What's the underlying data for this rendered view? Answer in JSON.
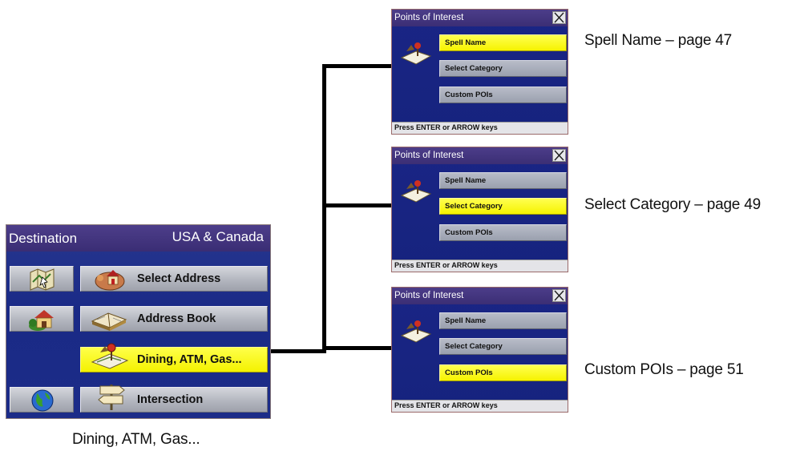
{
  "destination": {
    "title_left": "Destination",
    "title_right": "USA & Canada",
    "buttons": [
      {
        "label": "Select Address",
        "icon": "address-icon"
      },
      {
        "label": "Address Book",
        "icon": "book-icon"
      },
      {
        "label": "Dining, ATM, Gas...",
        "icon": "poi-map-icon",
        "selected": true
      },
      {
        "label": "Intersection",
        "icon": "signpost-icon"
      }
    ],
    "left_icons": [
      "map-icon",
      "home-icon",
      "globe-icon"
    ],
    "caption": "Dining, ATM, Gas..."
  },
  "poi_screens": [
    {
      "title": "Points of Interest",
      "items": [
        "Spell Name",
        "Select Category",
        "Custom POIs"
      ],
      "selected": 0,
      "status": "Press ENTER or ARROW keys",
      "caption": "Spell Name – page 47"
    },
    {
      "title": "Points of Interest",
      "items": [
        "Spell Name",
        "Select Category",
        "Custom POIs"
      ],
      "selected": 1,
      "status": "Press ENTER or ARROW keys",
      "caption": "Select Category – page 49"
    },
    {
      "title": "Points of Interest",
      "items": [
        "Spell Name",
        "Select Category",
        "Custom POIs"
      ],
      "selected": 2,
      "status": "Press ENTER or ARROW keys",
      "caption": "Custom POIs – page 51"
    }
  ],
  "colors": {
    "screen_bg": "#1a2585",
    "titlebar": "#3e3078",
    "button": "#b0b3bd",
    "selected": "#f6f300",
    "connector": "#000000"
  }
}
